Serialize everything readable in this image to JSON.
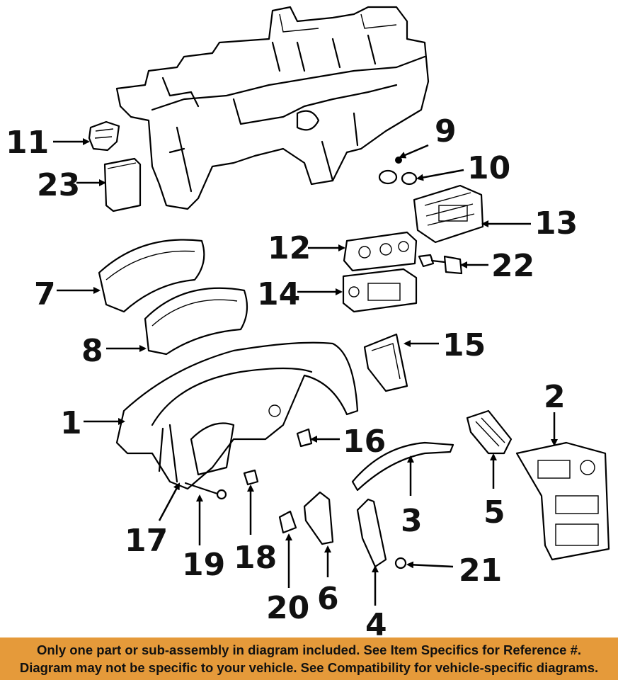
{
  "callouts": {
    "c1": "1",
    "c2": "2",
    "c3": "3",
    "c4": "4",
    "c5": "5",
    "c6": "6",
    "c7": "7",
    "c8": "8",
    "c9": "9",
    "c10": "10",
    "c11": "11",
    "c12": "12",
    "c13": "13",
    "c14": "14",
    "c15": "15",
    "c16": "16",
    "c17": "17",
    "c18": "18",
    "c19": "19",
    "c20": "20",
    "c21": "21",
    "c22": "22",
    "c23": "23"
  },
  "banner": {
    "line1": "Only one part or sub-assembly in diagram included. See Item Specifics for Reference #.",
    "line2": "Diagram may not be specific to your vehicle. See Compatibility for vehicle-specific diagrams.",
    "background": "#e59a3a"
  }
}
